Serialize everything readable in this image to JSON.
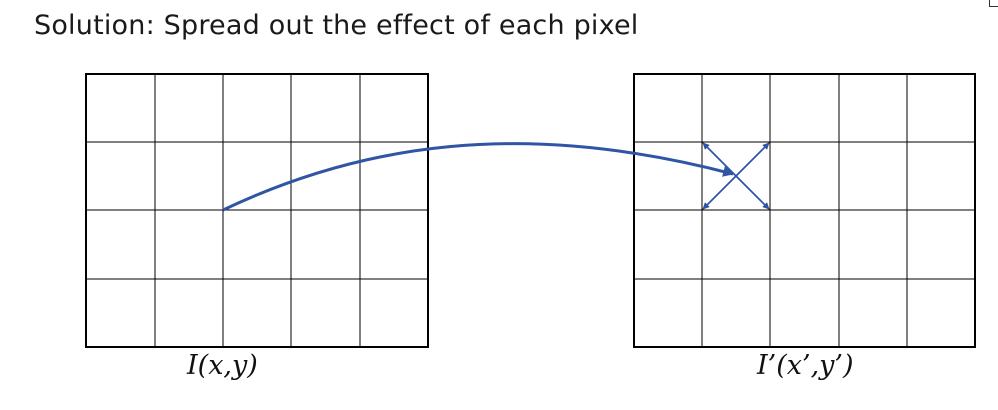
{
  "heading": "Solution: Spread out the effect of each pixel",
  "left_grid": {
    "caption": "I(x,y)",
    "rows": 4,
    "cols": 5
  },
  "right_grid": {
    "caption": "I’(x’,y’)",
    "rows": 4,
    "cols": 5
  },
  "colors": {
    "arrow": "#2f55a4",
    "grid_line": "#000000"
  }
}
